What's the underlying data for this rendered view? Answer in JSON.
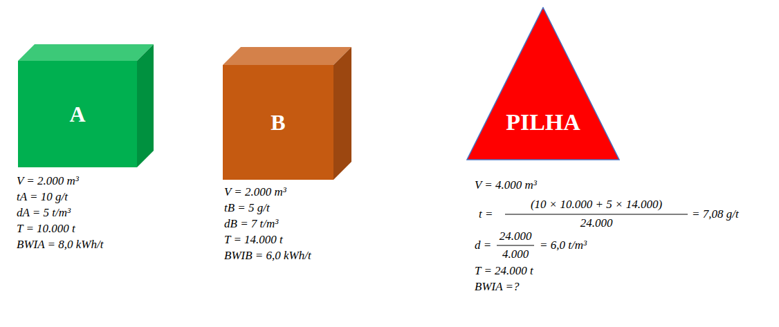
{
  "diagram": {
    "nodes": [
      {
        "text": [
          "A"
        ]
      },
      {
        "text": [
          "B"
        ]
      },
      {
        "text": [
          "PILHA"
        ]
      }
    ],
    "labels": [
      "V = 2.000 m³",
      "tA = 10 g/t",
      "dA = 5 t/m³",
      "T = 10.000 t",
      "BWIA = 8,0 kWh/t",
      "V = 2.000 m³",
      "tB = 5 g/t",
      "dB = 7 t/m³",
      "T = 14.000 t",
      "BWIB = 6,0 kWh/t",
      "V = 4.000 m³",
      "t =",
      "(10 × 10.000 + 5 × 14.000)",
      "24.000",
      "= 7,08 g/t",
      "d =",
      "24.000",
      "4.000",
      "= 6,0 t/m³",
      "T = 24.000 t",
      "BWIA =?"
    ]
  }
}
